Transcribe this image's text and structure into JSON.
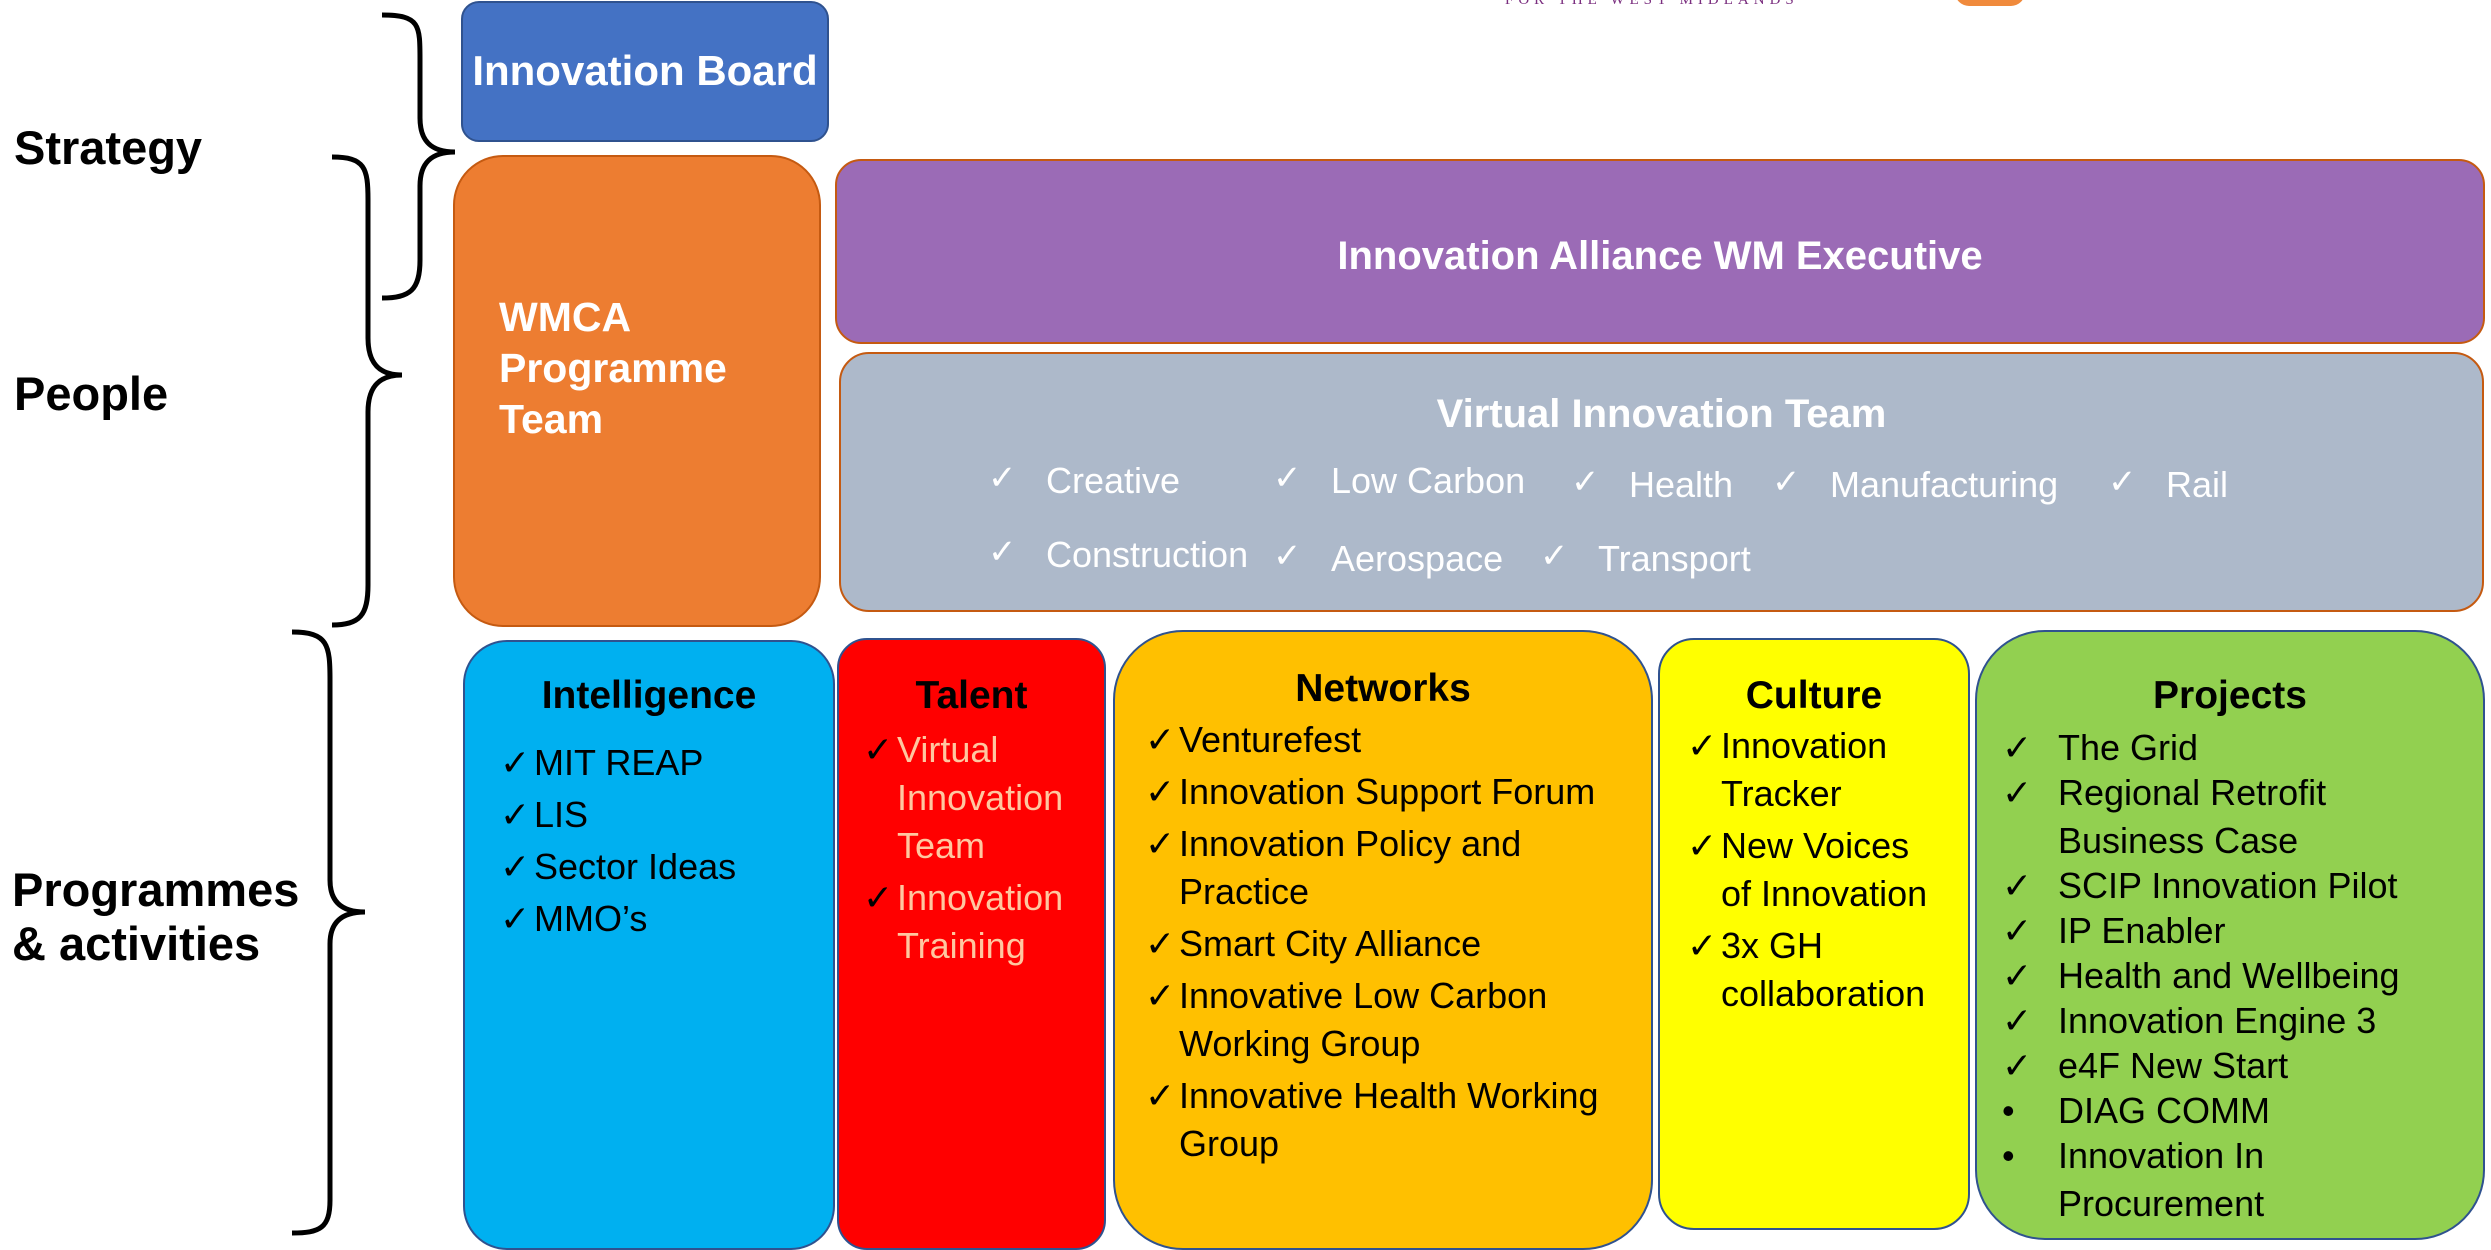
{
  "logo": {
    "text": "FOR THE WEST MIDLANDS"
  },
  "sections": {
    "strategy": "Strategy",
    "people": "People",
    "programmes_line1": "Programmes",
    "programmes_line2": "& activities"
  },
  "innovation_board": "Innovation Board",
  "programme_team": {
    "line1": "WMCA",
    "line2": "Programme",
    "line3": "Team"
  },
  "executive": "Innovation Alliance WM Executive",
  "virtual_team": {
    "title": "Virtual Innovation Team",
    "check": "✓",
    "row1": [
      "Creative",
      "Low Carbon",
      "Health",
      "Manufacturing",
      "Rail"
    ],
    "row2": [
      "Construction",
      "Aerospace",
      "Transport"
    ]
  },
  "intelligence": {
    "title": "Intelligence",
    "mark": "✓",
    "items": [
      "MIT REAP",
      "LIS",
      "Sector Ideas",
      "MMO’s"
    ]
  },
  "talent": {
    "title": "Talent",
    "mark": "✓",
    "items": [
      [
        "Virtual",
        "Innovation",
        "Team"
      ],
      [
        "Innovation",
        "Training"
      ]
    ]
  },
  "networks": {
    "title": "Networks",
    "mark": "✓",
    "items": [
      [
        "Venturefest"
      ],
      [
        "Innovation Support Forum"
      ],
      [
        "Innovation Policy and",
        "Practice"
      ],
      [
        "Smart City Alliance"
      ],
      [
        "Innovative Low Carbon",
        "Working Group"
      ],
      [
        "Innovative Health Working",
        "Group"
      ]
    ]
  },
  "culture": {
    "title": "Culture",
    "mark": "✓",
    "items": [
      [
        "Innovation",
        "Tracker"
      ],
      [
        "New Voices",
        "of Innovation"
      ],
      [
        "3x GH",
        "collaboration"
      ]
    ]
  },
  "projects": {
    "title": "Projects",
    "check": "✓",
    "bullet": "•",
    "items": [
      [
        "The Grid"
      ],
      [
        "Regional Retrofit",
        "Business Case"
      ],
      [
        "SCIP Innovation Pilot"
      ],
      [
        "IP Enabler"
      ],
      [
        "Health and Wellbeing"
      ],
      [
        "Innovation Engine 3"
      ],
      [
        "e4F New Start"
      ],
      [
        "DIAG COMM"
      ],
      [
        "Innovation In",
        "Procurement"
      ]
    ]
  },
  "colors": {
    "board": "#4472c4",
    "programme_team": "#ed7d31",
    "executive": "#9b6bb6",
    "virtual_team": "#adb9ca",
    "intelligence": "#00b0f0",
    "talent": "#ff0000",
    "networks": "#ffc000",
    "culture": "#ffff00",
    "projects": "#92d050"
  }
}
